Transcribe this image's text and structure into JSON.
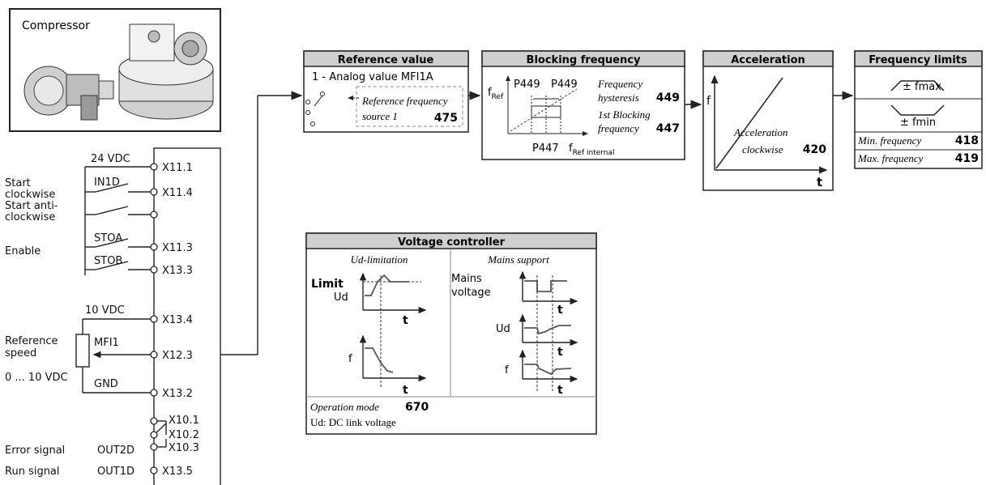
{
  "compressor": {
    "label": "Compressor"
  },
  "terminal": {
    "supply_24v": "24 VDC",
    "supply_10v": "10 VDC",
    "in1d": "IN1D",
    "stoa": "STOA",
    "stob": "STOB",
    "mfi1": "MFI1",
    "gnd": "GND",
    "out2d": "OUT2D",
    "out1d": "OUT1D",
    "labels": {
      "start_cw_1": "Start",
      "start_cw_2": "clockwise",
      "start_acw_1": "Start anti-",
      "start_acw_2": "clockwise",
      "enable": "Enable",
      "ref_speed_1": "Reference",
      "ref_speed_2": "speed",
      "range": "0 ... 10 VDC",
      "error_signal": "Error signal",
      "run_signal": "Run signal"
    },
    "pins": [
      "X11.1",
      "X11.4",
      "X11.3",
      "X13.3",
      "X13.4",
      "X12.3",
      "X13.2",
      "X10.1",
      "X10.2",
      "X10.3",
      "X13.5"
    ]
  },
  "reference": {
    "title": "Reference value",
    "mode": "1 - Analog value MFI1A",
    "param_1": "Reference frequency",
    "param_2": "source 1",
    "param_num": "475"
  },
  "blocking": {
    "title": "Blocking frequency",
    "f_ref": "f",
    "f_ref_sub": "Ref",
    "p449_a": "P449",
    "p449_b": "P449",
    "p447": "P447",
    "f_axis": "f",
    "f_axis_sub": "Ref internal",
    "hyst_1": "Frequency",
    "hyst_2": "hysteresis",
    "hyst_num": "449",
    "blk_1": "1st Blocking",
    "blk_2": "frequency",
    "blk_num": "447"
  },
  "acceleration": {
    "title": "Acceleration",
    "f": "f",
    "t": "t",
    "label_1": "Acceleration",
    "label_2": "clockwise",
    "num": "420"
  },
  "freq_limits": {
    "title": "Frequency limits",
    "fmax": "± fmax",
    "fmin": "± fmin",
    "min_label": "Min. frequency",
    "min_num": "418",
    "max_label": "Max. frequency",
    "max_num": "419"
  },
  "voltage": {
    "title": "Voltage controller",
    "left_title": "Ud-limitation",
    "right_title": "Mains support",
    "limit": "Limit",
    "ud": "Ud",
    "t1": "t",
    "f": "f",
    "t2": "t",
    "mains_1": "Mains",
    "mains_2": "voltage",
    "t3": "t",
    "ud_r": "Ud",
    "t4": "t",
    "f_r": "f",
    "t5": "t",
    "op_mode": "Operation mode",
    "op_num": "670",
    "note": "Ud: DC link voltage"
  }
}
